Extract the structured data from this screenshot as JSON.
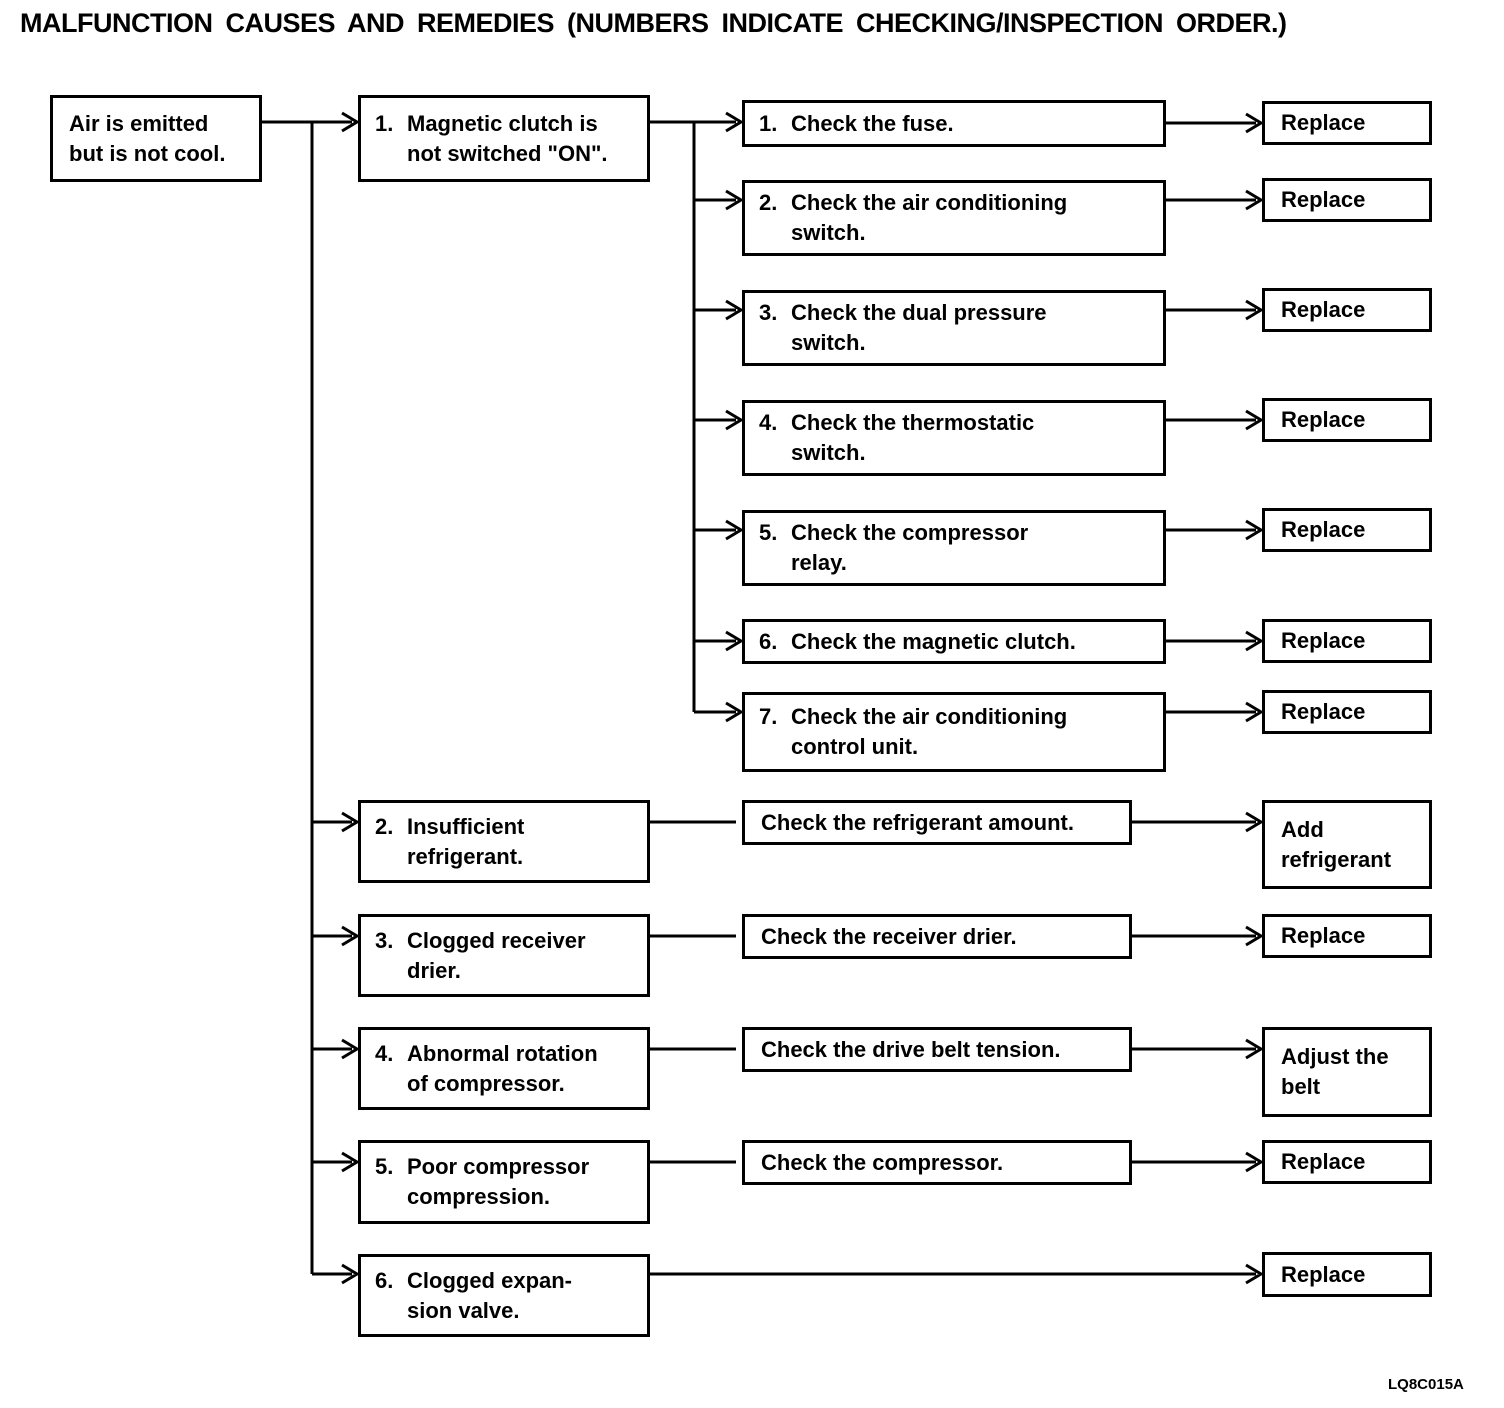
{
  "title": "MALFUNCTION CAUSES AND REMEDIES (NUMBERS INDICATE CHECKING/INSPECTION ORDER.)",
  "figure_code": "LQ8C015A",
  "symptom": {
    "label": [
      "Air is emitted",
      "but is not cool."
    ]
  },
  "causes": [
    {
      "number": "1.",
      "label": [
        "Magnetic clutch is",
        "not switched \"ON\"."
      ],
      "checks": [
        {
          "number": "1.",
          "label": "Check the fuse.",
          "remedy": "Replace"
        },
        {
          "number": "2.",
          "label": [
            "Check the air conditioning",
            "switch."
          ],
          "remedy": "Replace"
        },
        {
          "number": "3.",
          "label": [
            "Check the dual pressure",
            "switch."
          ],
          "remedy": "Replace"
        },
        {
          "number": "4.",
          "label": [
            "Check the thermostatic",
            "switch."
          ],
          "remedy": "Replace"
        },
        {
          "number": "5.",
          "label": [
            "Check the compressor",
            "relay."
          ],
          "remedy": "Replace"
        },
        {
          "number": "6.",
          "label": "Check the magnetic clutch.",
          "remedy": "Replace"
        },
        {
          "number": "7.",
          "label": [
            "Check the air conditioning",
            "control unit."
          ],
          "remedy": "Replace"
        }
      ]
    },
    {
      "number": "2.",
      "label": [
        "Insufficient",
        "refrigerant."
      ],
      "check": "Check the refrigerant amount.",
      "remedy": [
        "Add",
        "refrigerant"
      ]
    },
    {
      "number": "3.",
      "label": [
        "Clogged receiver",
        "drier."
      ],
      "check": "Check the receiver drier.",
      "remedy": "Replace"
    },
    {
      "number": "4.",
      "label": [
        "Abnormal rotation",
        "of compressor."
      ],
      "check": "Check the drive belt tension.",
      "remedy": [
        "Adjust the",
        "belt"
      ]
    },
    {
      "number": "5.",
      "label": [
        "Poor compressor",
        "compression."
      ],
      "check": "Check the compressor.",
      "remedy": "Replace"
    },
    {
      "number": "6.",
      "label": [
        "Clogged expan-",
        "sion valve."
      ],
      "remedy": "Replace"
    }
  ]
}
